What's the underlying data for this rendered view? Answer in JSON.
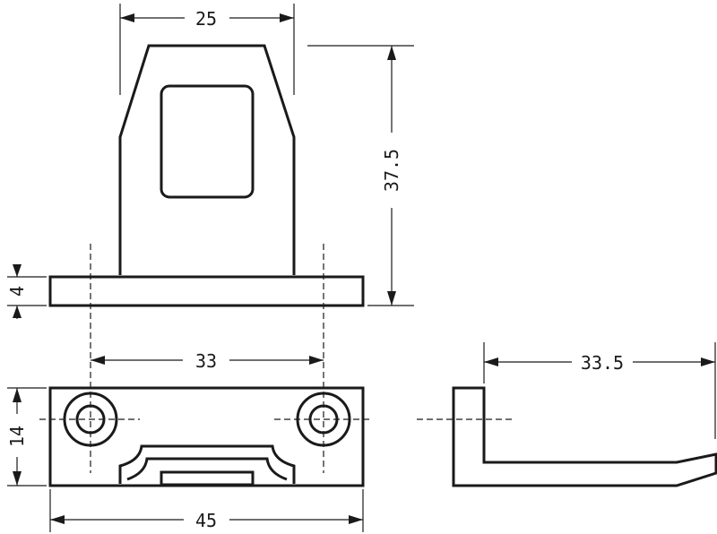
{
  "dimensions": {
    "width_top": "25",
    "height_total": "37.5",
    "flange_thickness": "4",
    "hole_spacing": "33",
    "side_depth": "33.5",
    "base_height": "14",
    "base_width": "45"
  },
  "colors": {
    "line": "#1a1a1a",
    "background": "#ffffff"
  }
}
